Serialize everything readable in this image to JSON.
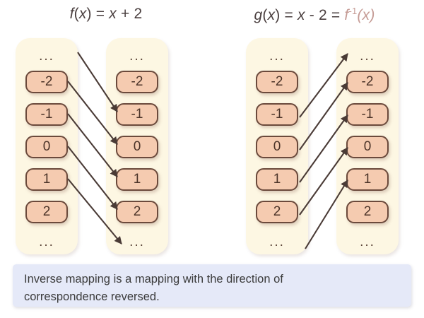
{
  "background_color": "#ffffff",
  "palette": {
    "panel_fill": "#fdf7e3",
    "box_fill": "#f5cbb0",
    "box_border": "#6b4a3c",
    "arrow_color": "#4a3b36",
    "caption_fill": "#e5e9f8",
    "title_color": "#4a3f3f",
    "inverse_color": "#c59b95"
  },
  "diagrams": [
    {
      "id": "left",
      "title": {
        "full_text": "f(x) = x + 2",
        "parts": [
          {
            "text": "f",
            "style": "italic"
          },
          {
            "text": "(",
            "style": "normal"
          },
          {
            "text": "x",
            "style": "italic"
          },
          {
            "text": ") = ",
            "style": "normal"
          },
          {
            "text": "x",
            "style": "italic"
          },
          {
            "text": " + 2",
            "style": "normal"
          }
        ]
      },
      "domain_panel": {
        "top_ellipsis": "...",
        "items": [
          "-2",
          "-1",
          "0",
          "1",
          "2"
        ],
        "bottom_ellipsis": "..."
      },
      "codomain_panel": {
        "top_ellipsis": "...",
        "items": [
          "-2",
          "-1",
          "0",
          "1",
          "2"
        ],
        "bottom_ellipsis": "..."
      },
      "mappings": [
        {
          "from": "...",
          "to": "-1",
          "direction": "left-to-right"
        },
        {
          "from": "-2",
          "to": "0",
          "direction": "left-to-right"
        },
        {
          "from": "-1",
          "to": "1",
          "direction": "left-to-right"
        },
        {
          "from": "0",
          "to": "2",
          "direction": "left-to-right"
        },
        {
          "from": "1",
          "to": "...",
          "direction": "left-to-right"
        }
      ]
    },
    {
      "id": "right",
      "title": {
        "full_text": "g(x) = x - 2 = f⁻¹(x)",
        "parts": [
          {
            "text": "g",
            "style": "italic"
          },
          {
            "text": "(",
            "style": "normal"
          },
          {
            "text": "x",
            "style": "italic"
          },
          {
            "text": ") = ",
            "style": "normal"
          },
          {
            "text": "x",
            "style": "italic"
          },
          {
            "text": " - 2 = ",
            "style": "normal"
          },
          {
            "text": "f",
            "style": "italic-accent"
          },
          {
            "text": "-1",
            "style": "superscript-accent"
          },
          {
            "text": "(",
            "style": "accent"
          },
          {
            "text": "x",
            "style": "italic-accent"
          },
          {
            "text": ")",
            "style": "accent"
          }
        ]
      },
      "domain_panel": {
        "top_ellipsis": "...",
        "items": [
          "-2",
          "-1",
          "0",
          "1",
          "2"
        ],
        "bottom_ellipsis": "..."
      },
      "codomain_panel": {
        "top_ellipsis": "...",
        "items": [
          "-2",
          "-1",
          "0",
          "1",
          "2"
        ],
        "bottom_ellipsis": "..."
      },
      "mappings": [
        {
          "from": "-1",
          "to": "...",
          "direction": "left-to-right-upward"
        },
        {
          "from": "0",
          "to": "-2",
          "direction": "left-to-right-upward"
        },
        {
          "from": "1",
          "to": "-1",
          "direction": "left-to-right-upward"
        },
        {
          "from": "2",
          "to": "0",
          "direction": "left-to-right-upward"
        },
        {
          "from": "...",
          "to": "1",
          "direction": "left-to-right-upward"
        }
      ]
    }
  ],
  "caption": {
    "line1": "Inverse mapping is a mapping with the direction of",
    "line2": "correspondence reversed."
  }
}
